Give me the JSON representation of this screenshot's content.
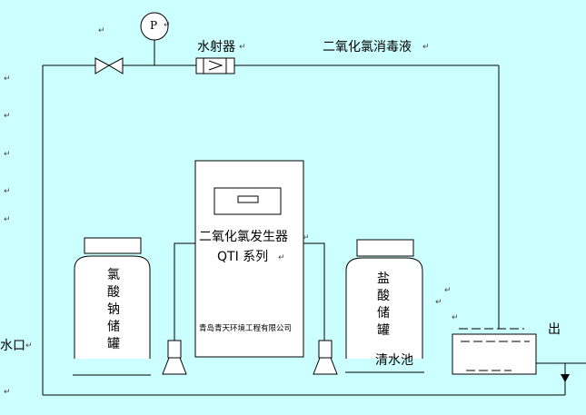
{
  "labels": {
    "ejector": "水射器",
    "disinfectant": "二氧化氯消毒液",
    "generator_name": "二氧化氯发生器",
    "generator_series": "QTI 系列",
    "company": "青岛青天环境工程有限公司",
    "chlorate_tank": "氯酸钠储罐",
    "acid_tank": "盐酸储罐",
    "clear_water_pool": "清水池",
    "inlet": "水口",
    "outlet": "出",
    "pressure_gauge": "P"
  },
  "marks": {
    "return_mark": "↵"
  },
  "colors": {
    "background": "#ccffff",
    "line": "#000000",
    "equipment_fill": "#ffffff"
  }
}
